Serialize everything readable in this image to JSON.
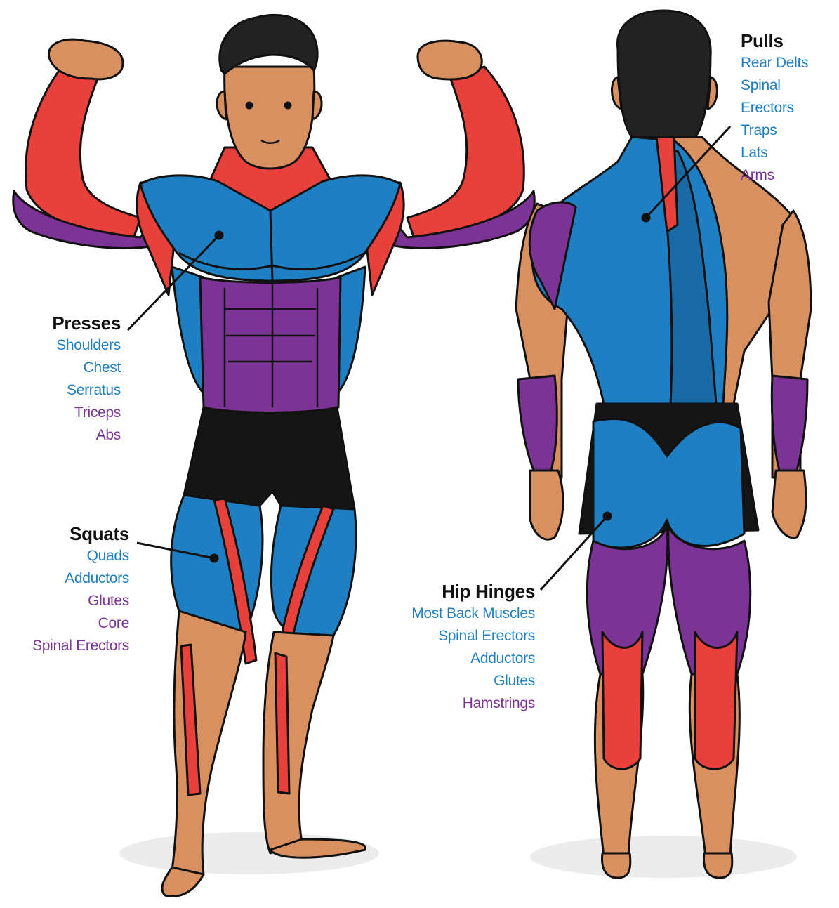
{
  "colors": {
    "primary_muscle": "#1f7fc3",
    "secondary_muscle": "#7b3496",
    "tertiary_muscle": "#e8403a",
    "skin": "#d99060",
    "shorts": "#151515",
    "outline": "#111111"
  },
  "groups": [
    {
      "key": "presses",
      "heading": "Presses",
      "items": [
        {
          "text": "Shoulders",
          "tone": "primary"
        },
        {
          "text": "Chest",
          "tone": "primary"
        },
        {
          "text": "Serratus",
          "tone": "primary"
        },
        {
          "text": "Triceps",
          "tone": "secondary"
        },
        {
          "text": "Abs",
          "tone": "secondary"
        }
      ]
    },
    {
      "key": "squats",
      "heading": "Squats",
      "items": [
        {
          "text": "Quads",
          "tone": "primary"
        },
        {
          "text": "Adductors",
          "tone": "primary"
        },
        {
          "text": "Glutes",
          "tone": "secondary"
        },
        {
          "text": "Core",
          "tone": "secondary"
        },
        {
          "text": "Spinal Erectors",
          "tone": "secondary"
        }
      ]
    },
    {
      "key": "pulls",
      "heading": "Pulls",
      "items": [
        {
          "text": "Rear Delts",
          "tone": "primary"
        },
        {
          "text": "Spinal Erectors",
          "tone": "primary"
        },
        {
          "text": "Traps",
          "tone": "primary"
        },
        {
          "text": "Lats",
          "tone": "primary"
        },
        {
          "text": "Arms",
          "tone": "secondary"
        }
      ]
    },
    {
      "key": "hip_hinges",
      "heading": "Hip Hinges",
      "items": [
        {
          "text": "Most Back Muscles",
          "tone": "primary"
        },
        {
          "text": "Spinal Erectors",
          "tone": "primary"
        },
        {
          "text": "Adductors",
          "tone": "primary"
        },
        {
          "text": "Glutes",
          "tone": "primary"
        },
        {
          "text": "Hamstrings",
          "tone": "secondary"
        }
      ]
    }
  ]
}
